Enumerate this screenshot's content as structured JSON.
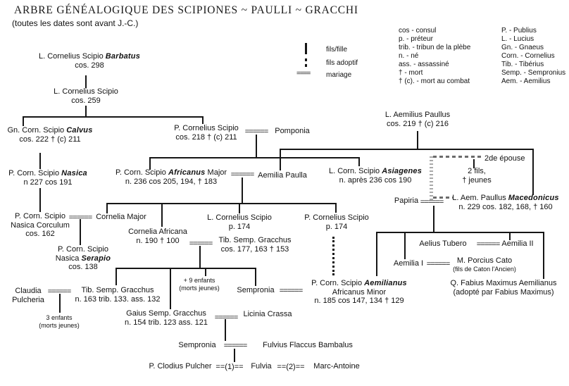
{
  "title": "ARBRE GÉNÉALOGIQUE DES SCIPIONES ~ PAULLI ~ GRACCHI",
  "subtitle": "(toutes les dates sont avant J.-C.)",
  "symbols": {
    "marriage": "======",
    "marriage_legend": "====",
    "marriage_first": "==(1)==",
    "marriage_second": "==(2)=="
  },
  "legend": {
    "son_label": "fils/fille",
    "adopted_label": "fils adoptif",
    "marriage_label": "mariage",
    "terms": [
      "cos - consul",
      "p. - préteur",
      "trib. - tribun de la plèbe",
      "n. - né",
      "ass. - assassiné",
      "† - mort",
      "† (c). - mort au combat"
    ],
    "abbreviations": [
      "P. - Publius",
      "L. - Lucius",
      "Gn. - Gnaeus",
      "Corn. - Cornelius",
      "Tib. - Tibérius",
      "Semp. - Sempronius",
      "Aem. - Aemilius"
    ]
  },
  "persons": {
    "barbatus": {
      "pre": "L. Cornelius Scipio ",
      "cog": "Barbatus",
      "post": "",
      "l2": "cos. 298"
    },
    "scipio259": {
      "pre": "L. Cornelius Scipio",
      "cog": "",
      "post": "",
      "l2": "cos. 259"
    },
    "calvus": {
      "pre": "Gn. Corn. Scipio ",
      "cog": "Calvus",
      "post": "",
      "l2": "cos. 222 † (c) 211"
    },
    "scipio218": {
      "pre": "P. Cornelius Scipio",
      "cog": "",
      "post": "",
      "l2": "cos. 218 † (c) 211"
    },
    "pomponia": {
      "pre": "Pomponia",
      "cog": "",
      "post": ""
    },
    "paullus": {
      "pre": "L. Aemilius Paullus",
      "cog": "",
      "post": "",
      "l2": "cos. 219 † (c) 216"
    },
    "nasica": {
      "pre": "P. Corn. Scipio ",
      "cog": "Nasica",
      "post": "",
      "l2": "n 227 cos 191"
    },
    "africanus": {
      "pre": "P. Corn. Scipio ",
      "cog": "Africanus",
      "post": " Major",
      "l2": "n. 236 cos 205, 194, † 183"
    },
    "aemilia_paulla": {
      "pre": "Aemilia Paulla",
      "cog": "",
      "post": ""
    },
    "asiagenes": {
      "pre": "L. Corn. Scipio ",
      "cog": "Asiagenes",
      "post": "",
      "l2": "n. après 236 cos 190"
    },
    "papiria": {
      "pre": "Papiria",
      "cog": "",
      "post": ""
    },
    "macedonicus": {
      "pre": "L. Aem. Paullus ",
      "cog": "Macedonicus",
      "post": "",
      "l2": "n. 229 cos. 182, 168, † 160"
    },
    "corculum": {
      "pre": "P. Corn. Scipio",
      "cog": "",
      "post": "",
      "l2": "Nasica Corculum",
      "l3": "cos. 162"
    },
    "cornelia_major": {
      "pre": "Cornelia Major",
      "cog": "",
      "post": ""
    },
    "serapio": {
      "l1": "P. Corn. Scipio",
      "pre": "Nasica ",
      "cog": "Serapio",
      "l3": "cos. 138"
    },
    "cornelia_africana": {
      "pre": "Cornelia Africana",
      "cog": "",
      "post": "",
      "l2": "n. 190 † 100"
    },
    "lscipio174": {
      "pre": "L. Cornelius Scipio",
      "cog": "",
      "post": "",
      "l2": "p. 174"
    },
    "pscipio174": {
      "pre": "P. Cornelius Scipio",
      "cog": "",
      "post": "",
      "l2": "p. 174"
    },
    "gracchus_sr": {
      "pre": "Tib. Semp. Gracchus",
      "cog": "",
      "post": "",
      "l2": "cos. 177, 163 † 153"
    },
    "tubero": {
      "pre": "Aelius Tubero",
      "cog": "",
      "post": ""
    },
    "aemilia2": {
      "pre": "Aemilia II",
      "cog": "",
      "post": ""
    },
    "aemilia1": {
      "pre": "Aemilia I",
      "cog": "",
      "post": ""
    },
    "cato": {
      "pre": "M. Porcius Cato",
      "cog": "",
      "post": "",
      "sub": "(fils de Caton l'Ancien)"
    },
    "aemilianus": {
      "pre": "P. Corn. Scipio ",
      "cog": "Aemilianus",
      "post": "",
      "l2": "Africanus Minor",
      "l3": "n. 185 cos 147, 134 † 129"
    },
    "qfabius": {
      "pre": "Q. Fabius Maximus Aemilianus",
      "cog": "",
      "post": "",
      "l2": "(adopté par Fabius Maximus)"
    },
    "sempronia1": {
      "pre": "Sempronia",
      "cog": "",
      "post": ""
    },
    "tib_jr": {
      "pre": "Tib. Semp. Gracchus",
      "cog": "",
      "post": "",
      "l2": "n. 163 trib. 133. ass. 132"
    },
    "claudia": {
      "pre": "Claudia",
      "cog": "",
      "post": "",
      "l2": "Pulcheria"
    },
    "gaius": {
      "pre": "Gaius Semp. Gracchus",
      "cog": "",
      "post": "",
      "l2": "n. 154 trib. 123 ass. 121"
    },
    "licinia": {
      "pre": "Licinia Crassa",
      "cog": "",
      "post": ""
    },
    "sempronia2": {
      "pre": "Sempronia",
      "cog": "",
      "post": ""
    },
    "fulvius": {
      "pre": "Fulvius Flaccus Bambalus",
      "cog": "",
      "post": ""
    },
    "clodius": {
      "pre": "P. Clodius Pulcher",
      "cog": "",
      "post": ""
    },
    "fulvia": {
      "pre": "Fulvia",
      "cog": "",
      "post": ""
    },
    "marc_antoine": {
      "pre": "Marc-Antoine",
      "cog": "",
      "post": ""
    }
  },
  "annotations": {
    "second_wife": "2de épouse",
    "two_sons_l1": "2 fils,",
    "two_sons_l2": "† jeunes",
    "nine_children_l1": "+ 9 enfants",
    "nine_children_l2": "(morts jeunes)",
    "three_children_l1": "3 enfants",
    "three_children_l2": "(morts jeunes)"
  }
}
